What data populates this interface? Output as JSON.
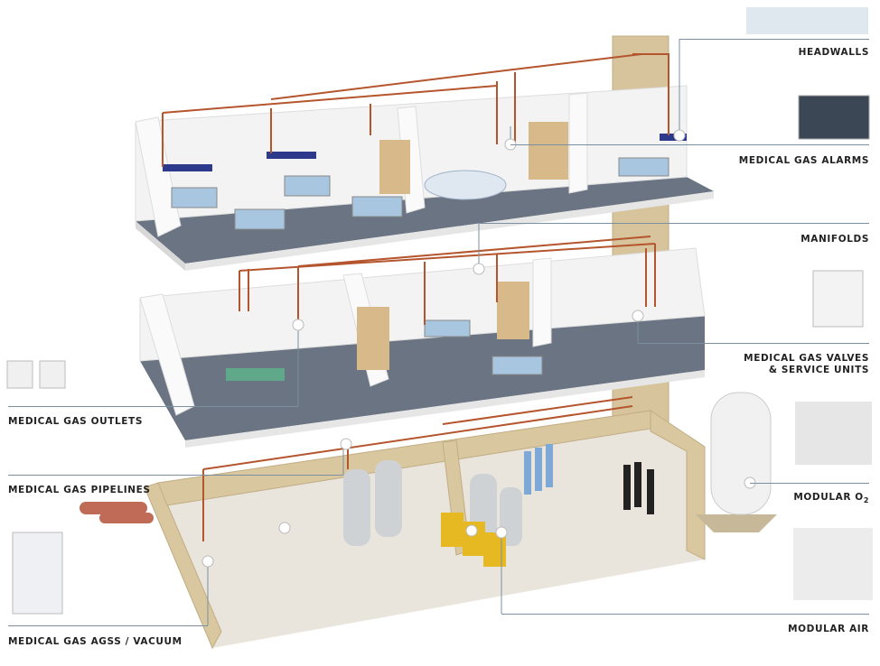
{
  "labels": {
    "headwalls": "HEADWALLS",
    "alarms": "MEDICAL GAS ALARMS",
    "manifolds": "MANIFOLDS",
    "valves_line1": "MEDICAL GAS VALVES",
    "valves_line2": "& SERVICE UNITS",
    "modular_o2": "MODULAR O",
    "modular_o2_sub": "2",
    "modular_air": "MODULAR AIR",
    "outlets": "MEDICAL GAS OUTLETS",
    "pipelines": "MEDICAL GAS PIPELINES",
    "agss": "MEDICAL GAS AGSS / VACUUM"
  },
  "colors": {
    "floor": "#5f6b7a",
    "wall": "#f2f2f2",
    "pipe": "#b5552e",
    "brick": "#d9c7a0",
    "line": "#7b8fa0"
  }
}
